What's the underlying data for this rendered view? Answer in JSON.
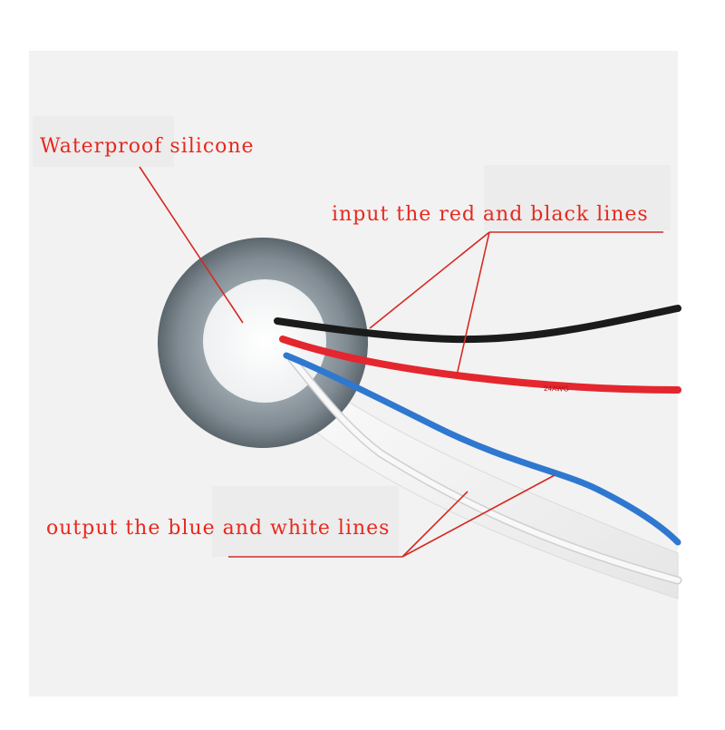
{
  "annotations": {
    "waterproof_label": "Waterproof silicone",
    "input_label": "input the red and black lines",
    "output_label": "output the blue and white lines"
  },
  "colors": {
    "annotation_text": "#e8281e",
    "leader_line": "#d42a22",
    "wire_black": "#1b1b1b",
    "wire_red": "#e4262e",
    "wire_blue": "#2f78d0",
    "wire_white": "#f6f6f6",
    "silicone_ring": "#7f8a92",
    "background": "#f2f2f2"
  },
  "wire_printed_text": "24AWG"
}
